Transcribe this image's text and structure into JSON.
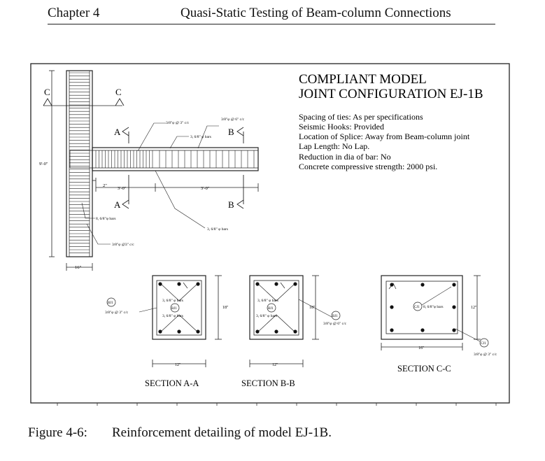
{
  "header": {
    "chapter": "Chapter 4",
    "title": "Quasi-Static Testing of Beam-column Connections"
  },
  "diagram": {
    "title_line1": "COMPLIANT MODEL",
    "title_line2": "JOINT CONFIGURATION EJ-1B",
    "notes": [
      "Spacing of ties: As per specifications",
      "Seismic Hooks: Provided",
      "Location of Splice: Away from Beam-column joint",
      "Lap Length: No Lap.",
      "Reduction in dia of bar: No",
      "Concrete compressive strength: 2000 psi."
    ],
    "column_height": "9'-0\"",
    "column_width": "16\"",
    "column_bars": "8, 6/8\"φ bars",
    "column_ties": "3/8\"φ @3\" c/c",
    "beam_ties_near": "3/8\"φ @ 3\" c/c",
    "beam_ties_far": "3/8\"φ @ 6\" c/c",
    "beam_top_bars": "3, 6/8\" φ bars",
    "beam_bottom_bars": "3, 6/8\" φ bars",
    "dim_2in": "2\"",
    "dim_3ft_a": "3'-0\"",
    "dim_3ft_b": "3'-0\"",
    "cut_a": "A",
    "cut_b": "B",
    "cut_c": "C",
    "section_aa": {
      "title": "SECTION A-A",
      "top_bars": "3, 6/8\" φ bars",
      "bottom_bars": "3, 6/8\" φ bars",
      "center_tag": "BJ1",
      "stirrup_tag": "BJ1",
      "stirrup_spacing": "3/8\"φ @ 3\" c/c",
      "height": "18\"",
      "width": "12\""
    },
    "section_bb": {
      "title": "SECTION B-B",
      "top_bars": "3, 6/8\" φ bars",
      "bottom_bars": "3, 6/8\" φ bars",
      "center_tag": "BJ1",
      "stirrup_tag": "BJ1",
      "stirrup_spacing": "3/8\"φ @ 6\" c/c",
      "height": "18\"",
      "width": "12\""
    },
    "section_cc": {
      "title": "SECTION C-C",
      "center_tag": "CJ1",
      "bars": "8, 6/8\"φ bars",
      "tie_tag": "CJ1",
      "tie_spacing": "3/8\"φ @ 3\" c/c",
      "height": "12\"",
      "width": "16\""
    }
  },
  "caption": {
    "number": "Figure 4-6:",
    "text": "Reinforcement detailing of model EJ-1B."
  }
}
